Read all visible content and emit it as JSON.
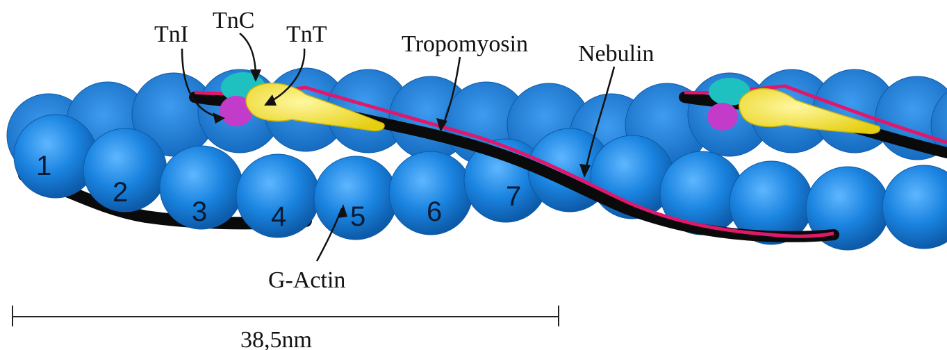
{
  "colors": {
    "background": "#ffffff",
    "actin": "#1a84e0",
    "actin_highlight": "#5fb6ff",
    "actin_shadow": "#0d5aa8",
    "tropomyosin": "#0a0a0a",
    "nebulin": "#e0186c",
    "tnc": "#1ec0c0",
    "tni": "#c23bc9",
    "tnt": "#f2e130",
    "text": "#111111"
  },
  "labels": {
    "tni": "TnI",
    "tnc": "TnC",
    "tnt": "TnT",
    "tropomyosin": "Tropomyosin",
    "nebulin": "Nebulin",
    "g_actin": "G-Actin"
  },
  "actin_numbers": [
    "1",
    "2",
    "3",
    "4",
    "5",
    "6",
    "7"
  ],
  "scale_bar": {
    "label": "38,5nm"
  }
}
